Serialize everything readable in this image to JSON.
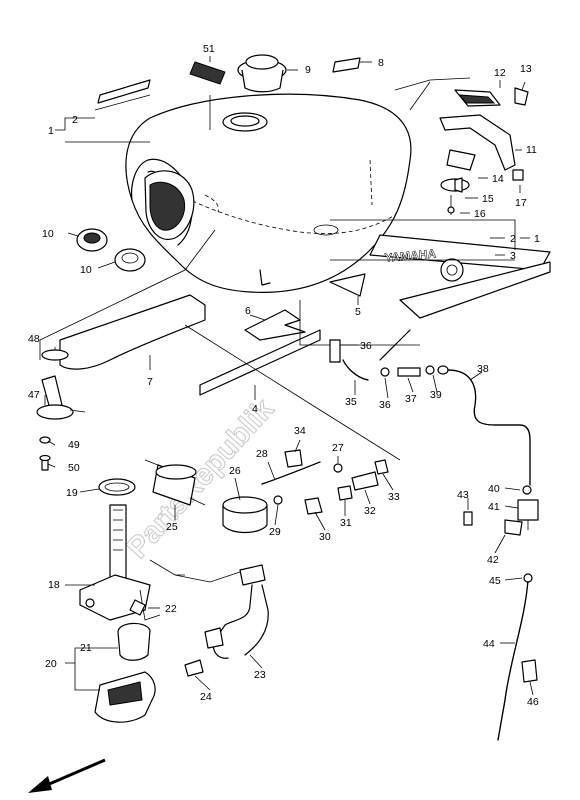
{
  "watermark": "PartsRepublik",
  "emblem_text": "YAMAHA",
  "callouts": [
    "1",
    "2",
    "3",
    "4",
    "5",
    "6",
    "7",
    "8",
    "9",
    "10",
    "11",
    "12",
    "13",
    "14",
    "15",
    "16",
    "17",
    "18",
    "19",
    "20",
    "21",
    "22",
    "23",
    "24",
    "25",
    "26",
    "27",
    "28",
    "29",
    "30",
    "31",
    "32",
    "33",
    "34",
    "35",
    "36",
    "37",
    "38",
    "39",
    "40",
    "41",
    "42",
    "43",
    "44",
    "45",
    "46",
    "47",
    "48",
    "49",
    "50",
    "51"
  ]
}
